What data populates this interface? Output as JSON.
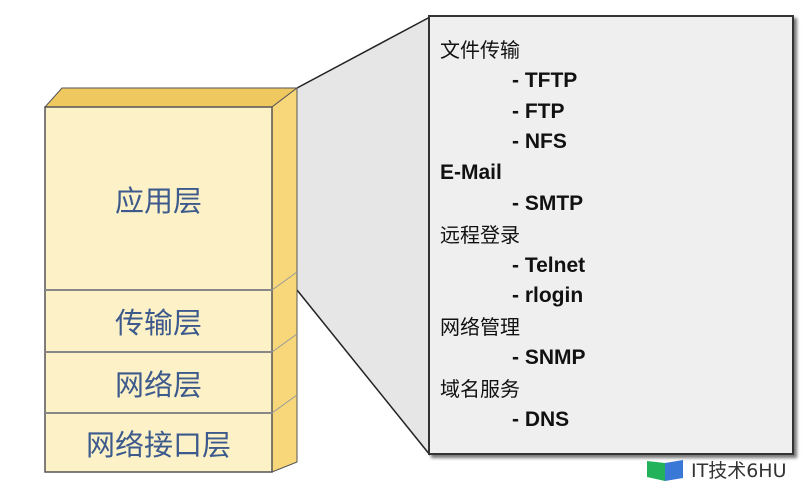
{
  "stack": {
    "layers": [
      "应用层",
      "传输层",
      "网络层",
      "网络接口层"
    ]
  },
  "callout": {
    "lines": [
      {
        "text": "文件传输",
        "kind": "cat"
      },
      {
        "text": "- TFTP",
        "kind": "item"
      },
      {
        "text": "- FTP",
        "kind": "item"
      },
      {
        "text": "- NFS",
        "kind": "item"
      },
      {
        "text": "E-Mail",
        "kind": "bold"
      },
      {
        "text": "- SMTP",
        "kind": "item"
      },
      {
        "text": "远程登录",
        "kind": "cat"
      },
      {
        "text": "- Telnet",
        "kind": "item"
      },
      {
        "text": "- rlogin",
        "kind": "item"
      },
      {
        "text": "网络管理",
        "kind": "cat"
      },
      {
        "text": "- SNMP",
        "kind": "item"
      },
      {
        "text": "域名服务",
        "kind": "cat"
      },
      {
        "text": "- DNS",
        "kind": "item"
      }
    ]
  },
  "watermark": {
    "text": "IT技术6HU"
  },
  "colors": {
    "front": "#fdf1c8",
    "side": "#f5d77a",
    "text": "#3d5a8c",
    "box": "#efefef"
  }
}
